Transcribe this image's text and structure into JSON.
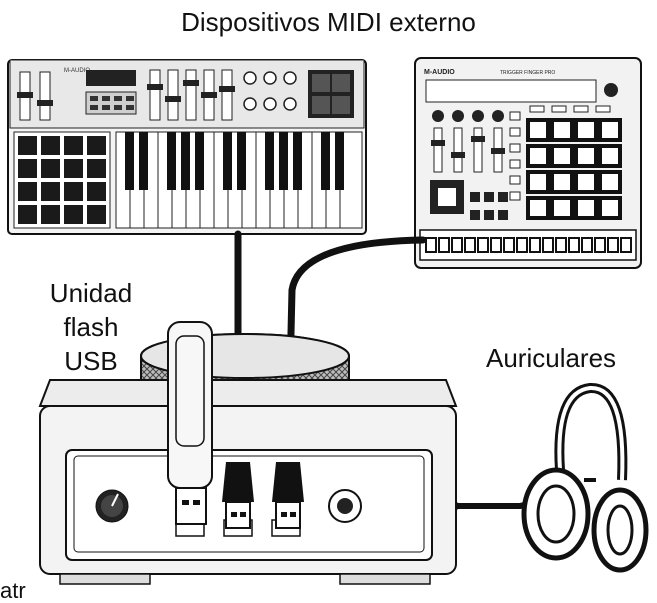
{
  "labels": {
    "title": "Dispositivos MIDI externo",
    "flash_line1": "Unidad",
    "flash_line2": "flash",
    "flash_line3": "USB",
    "headphones": "Auriculares",
    "corner_fragment": "atr"
  },
  "devices": {
    "keyboard_brand": "M-AUDIO",
    "pad_brand": "M-AUDIO",
    "pad_model": "TRIGGER FINGER PRO"
  }
}
